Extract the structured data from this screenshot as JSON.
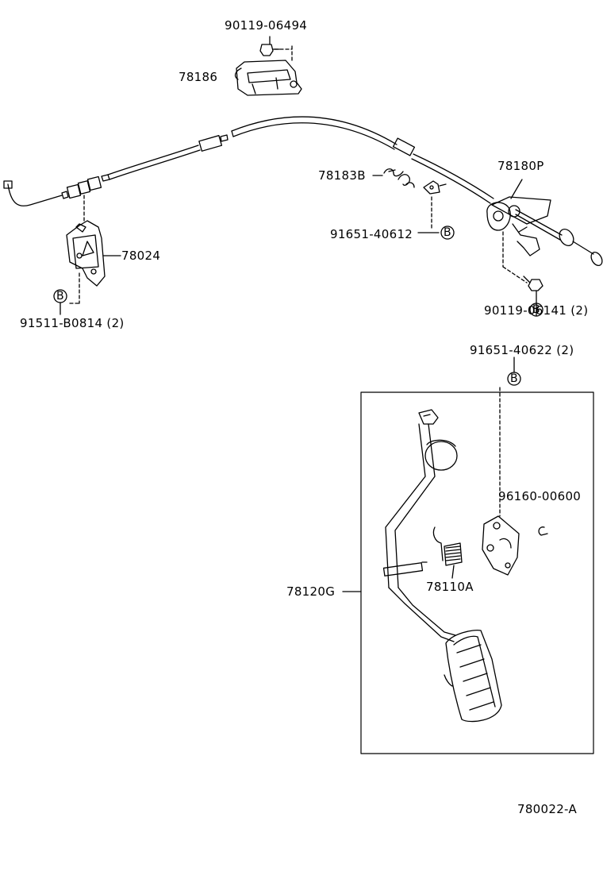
{
  "diagram_id": "780022-A",
  "symbols": {
    "bolt_ref": "B"
  },
  "labels": {
    "p90119_06494": "90119-06494",
    "p78186": "78186",
    "p78183b": "78183B",
    "p78180p": "78180P",
    "p91651_40612": "91651-40612",
    "p78024": "78024",
    "p91511_b0814": "91511-B0814 (2)",
    "p90119_06141": "90119-06141 (2)",
    "p91651_40622": "91651-40622 (2)",
    "p96160_00600": "96160-00600",
    "p78110a": "78110A",
    "p78120g": "78120G"
  }
}
